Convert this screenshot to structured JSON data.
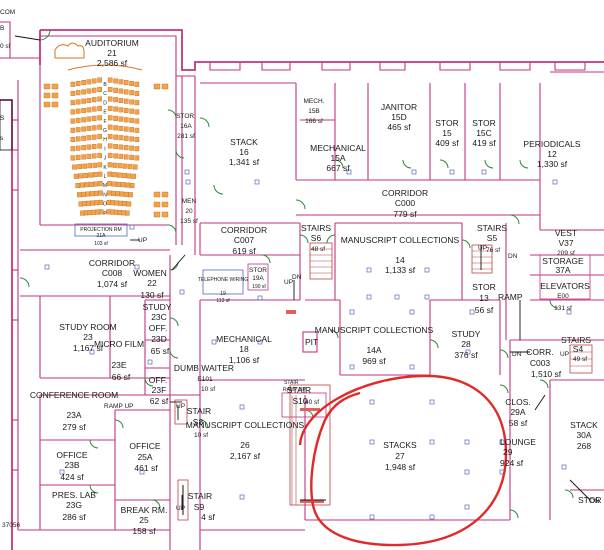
{
  "edge_labels": {
    "com": "COM",
    "b": "B",
    "sf0": "0 sf",
    "s": "S",
    "s2": "s",
    "sheet": "37056"
  },
  "rooms": [
    {
      "id": "auditorium",
      "name": "AUDITORIUM",
      "number": "21",
      "area": "2,586 sf"
    },
    {
      "id": "stor16a",
      "name": "STOR.",
      "number": "16A",
      "area": "281 sf"
    },
    {
      "id": "stack16",
      "name": "STACK",
      "number": "16",
      "area": "1,341 sf"
    },
    {
      "id": "mech15b",
      "name": "MECH.",
      "number": "15B",
      "area": "166 sf"
    },
    {
      "id": "mech15a",
      "name": "MECHANICAL",
      "number": "15A",
      "area": "667 sf"
    },
    {
      "id": "janitor15d",
      "name": "JANITOR",
      "number": "15D",
      "area": "465 sf"
    },
    {
      "id": "stor15",
      "name": "STOR",
      "number": "15",
      "area": "409 sf"
    },
    {
      "id": "stor15c",
      "name": "STOR",
      "number": "15C",
      "area": "419 sf"
    },
    {
      "id": "periodicals",
      "name": "PERIODICALS",
      "number": "12",
      "area": "1,330 sf"
    },
    {
      "id": "corrc000",
      "name": "CORRIDOR",
      "number": "C000",
      "area": "779 sf"
    },
    {
      "id": "men",
      "name": "MEN",
      "number": "20",
      "area": "135 sf"
    },
    {
      "id": "projection",
      "name": "PROJECTION RM",
      "number": "21A",
      "area": "103 sf"
    },
    {
      "id": "corrc007",
      "name": "CORRIDOR",
      "number": "C007",
      "area": "619 sf"
    },
    {
      "id": "stairs6",
      "name": "STAIRS",
      "number": "S6",
      "area": "48 sf"
    },
    {
      "id": "manus14",
      "name": "MANUSCRIPT COLLECTIONS",
      "number": "14",
      "area": "1,133 sf"
    },
    {
      "id": "stairs5",
      "name": "STAIRS",
      "number": "S5",
      "area": "76 sf"
    },
    {
      "id": "vest",
      "name": "VEST",
      "number": "V37",
      "area": "209 sf"
    },
    {
      "id": "storage37a",
      "name": "STORAGE",
      "number": "37A",
      "area": ""
    },
    {
      "id": "elev",
      "name": "ELEVATORS",
      "number": "E00",
      "area": "131 sf"
    },
    {
      "id": "corrc008",
      "name": "CORRIDOR",
      "number": "C008",
      "area": "1,074 sf"
    },
    {
      "id": "women",
      "name": "WOMEN",
      "number": "22",
      "area": "130 sf"
    },
    {
      "id": "tel",
      "name": "TELEPHONE WIRING",
      "number": "19",
      "area": "113 sf"
    },
    {
      "id": "stor19a",
      "name": "STOR",
      "number": "19A",
      "area": "190 sf"
    },
    {
      "id": "stor13",
      "name": "STOR",
      "number": "13",
      "area": "56 sf"
    },
    {
      "id": "study23",
      "name": "STUDY ROOM",
      "number": "23",
      "area": "1,167 sf"
    },
    {
      "id": "study23c",
      "name": "STUDY",
      "number": "23C",
      "area": ""
    },
    {
      "id": "off23d",
      "name": "OFF.",
      "number": "23D",
      "area": "65 sf"
    },
    {
      "id": "micro",
      "name": "MICRO FILM",
      "number": "23E",
      "area": "66 sf"
    },
    {
      "id": "mech18",
      "name": "MECHANICAL",
      "number": "18",
      "area": "1,106 sf"
    },
    {
      "id": "manus14a",
      "name": "MANUSCRIPT COLLECTIONS",
      "number": "14A",
      "area": "969 sf"
    },
    {
      "id": "study28",
      "name": "STUDY",
      "number": "28",
      "area": "376 sf"
    },
    {
      "id": "corrc003",
      "name": "CORR.",
      "number": "C003",
      "area": "1,510 sf"
    },
    {
      "id": "stairs4",
      "name": "STAIRS",
      "number": "S4",
      "area": "49 sf"
    },
    {
      "id": "dumb",
      "name": "DUMB WAITER",
      "number": "E101",
      "area": "10 sf"
    },
    {
      "id": "off23f",
      "name": "OFF.",
      "number": "23F",
      "area": "62 sf"
    },
    {
      "id": "conf",
      "name": "CONFERENCE ROOM",
      "number": "23A",
      "area": "279 sf"
    },
    {
      "id": "stair8",
      "name": "STAIR",
      "number": "S8",
      "area": "10 sf"
    },
    {
      "id": "manus26",
      "name": "MANUSCRIPT COLLECTIONS",
      "number": "26",
      "area": "2,167 sf"
    },
    {
      "id": "stair10",
      "name": "STAIR",
      "number": "S10",
      "area": "40 sf"
    },
    {
      "id": "stacks27",
      "name": "STACKS",
      "number": "27",
      "area": "1,948 sf"
    },
    {
      "id": "clos",
      "name": "CLOS.",
      "number": "29A",
      "area": "58 sf"
    },
    {
      "id": "lounge",
      "name": "LOUNGE",
      "number": "29",
      "area": "924 sf"
    },
    {
      "id": "stack30a",
      "name": "STACK",
      "number": "30A",
      "area": "268"
    },
    {
      "id": "office23b",
      "name": "OFFICE",
      "number": "23B",
      "area": "424 sf"
    },
    {
      "id": "office25a",
      "name": "OFFICE",
      "number": "25A",
      "area": "461 sf"
    },
    {
      "id": "pres",
      "name": "PRES. LAB",
      "number": "23G",
      "area": "286 sf"
    },
    {
      "id": "break",
      "name": "BREAK RM.",
      "number": "25",
      "area": "158 sf"
    },
    {
      "id": "stair9",
      "name": "STAIR",
      "number": "S9",
      "area": "4 sf"
    },
    {
      "id": "stor_r",
      "name": "STOR",
      "number": "",
      "area": ""
    }
  ],
  "annotations": {
    "up1": "UP",
    "up2": "UP",
    "up3": "UP",
    "up4": "UP",
    "up5": "UP",
    "up6": "UP",
    "dn1": "DN",
    "dn2": "DN",
    "dn3": "DN",
    "dn4": "DN",
    "ramp": "RAMP",
    "ramp_up": "RAMP UP",
    "pit": "PIT",
    "stair_small": "STAIR",
    "ramp_small": "RAMP UP",
    "seat_rows": [
      "B",
      "C",
      "D",
      "E",
      "F",
      "G",
      "H",
      "I",
      "J",
      "K",
      "L",
      "M",
      "N",
      "O",
      "P"
    ]
  },
  "highlight": {
    "color": "#e02a2a",
    "target": "STACKS 27"
  }
}
